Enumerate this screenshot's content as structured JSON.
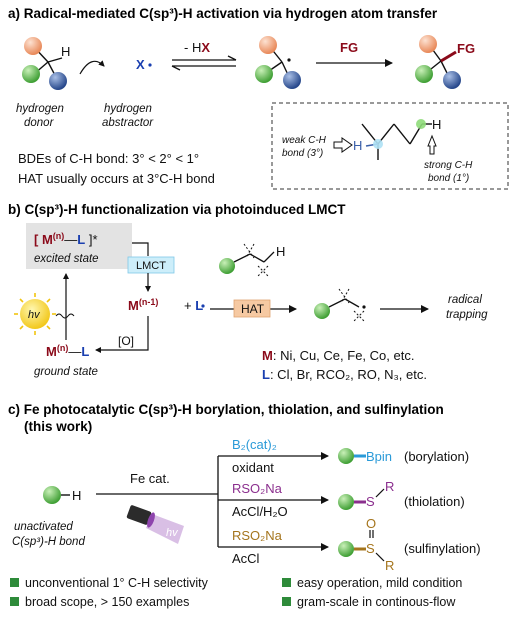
{
  "section_a": {
    "title": "a) Radical-mediated C(sp³)-H activation via hydrogen atom transfer",
    "atom_h": "H",
    "radical_x": "X",
    "arrow_label_prefix": "- H",
    "arrow_label_suffix": "X",
    "fg_label": "FG",
    "fg_product": "FG",
    "donor_label_1": "hydrogen",
    "donor_label_2": "donor",
    "abstractor_label_1": "hydrogen",
    "abstractor_label_2": "abstractor",
    "bde_line": "BDEs of C-H bond:  3° < 2° < 1°",
    "hat_line": "HAT usually occurs at 3°C-H bond",
    "box_h_left": "H",
    "box_h_right": "H",
    "weak_1": "weak C-H",
    "weak_2": "bond (3°)",
    "strong_1": "strong C-H",
    "strong_2": "bond (1°)"
  },
  "section_b": {
    "title": "b) C(sp³)-H functionalization via photoinduced LMCT",
    "excited_text": "[ M⁽ⁿ⁾—L ]*",
    "excited_label": "excited state",
    "lmct": "LMCT",
    "reduced_metal": "M⁽ⁿ⁻¹⁾",
    "plus_l": "+ L",
    "hat": "HAT",
    "h_atom": "H",
    "radical_1": "radical",
    "radical_2": "trapping",
    "hv": "hv",
    "oxidation": "[O]",
    "ground_text": "M⁽ⁿ⁾—L",
    "ground_label": "ground state",
    "metals_key": "M",
    "metals_list": ": Ni, Cu, Ce, Fe, Co, etc.",
    "ligands_key": "L",
    "ligands_list": ": Cl, Br, RCO₂, RO, N₃, etc."
  },
  "section_c": {
    "title_1": "c) Fe photocatalytic C(sp³)-H borylation, thiolation, and sulfinylation",
    "title_2": "(this work)",
    "substrate_h": "H",
    "fe_cat": "Fe cat.",
    "hv": "hv",
    "substrate_label_1": "unactivated",
    "substrate_label_2": "C(sp³)-H bond",
    "rows": [
      {
        "reagent": "B₂(cat)₂",
        "condition": "oxidant",
        "product_group": "Bpin",
        "name": "(borylation)"
      },
      {
        "reagent": "RSO₂Na",
        "condition": "AcCl/H₂O",
        "product_group": "S",
        "product_r": "R",
        "name": "(thiolation)"
      },
      {
        "reagent": "RSO₂Na",
        "condition": "AcCl",
        "product_group": "S",
        "product_o": "O",
        "product_r": "R",
        "name": "(sulfinylation)"
      }
    ],
    "bullets": [
      "unconventional 1° C-H selectivity",
      "easy operation, mild condition",
      "broad scope, > 150 examples",
      "gram-scale in continous-flow"
    ]
  },
  "colors": {
    "orange_ball": "#f0a27a",
    "green_ball": "#5cbf4e",
    "blue_ball": "#3a5fa8",
    "dark_red": "#8b0a1a",
    "blue_text": "#1a3fb0",
    "lmct_box": "#cdeefa",
    "hat_box": "#f6c9a2",
    "excited_box": "#e3e3e3",
    "sun": "#f7d21f",
    "boron_blue": "#2a9ad8",
    "sulfur_purple": "#8b2f8e",
    "sulfinyl_brown": "#a5751d",
    "bullet_green": "#2e8b3a"
  }
}
